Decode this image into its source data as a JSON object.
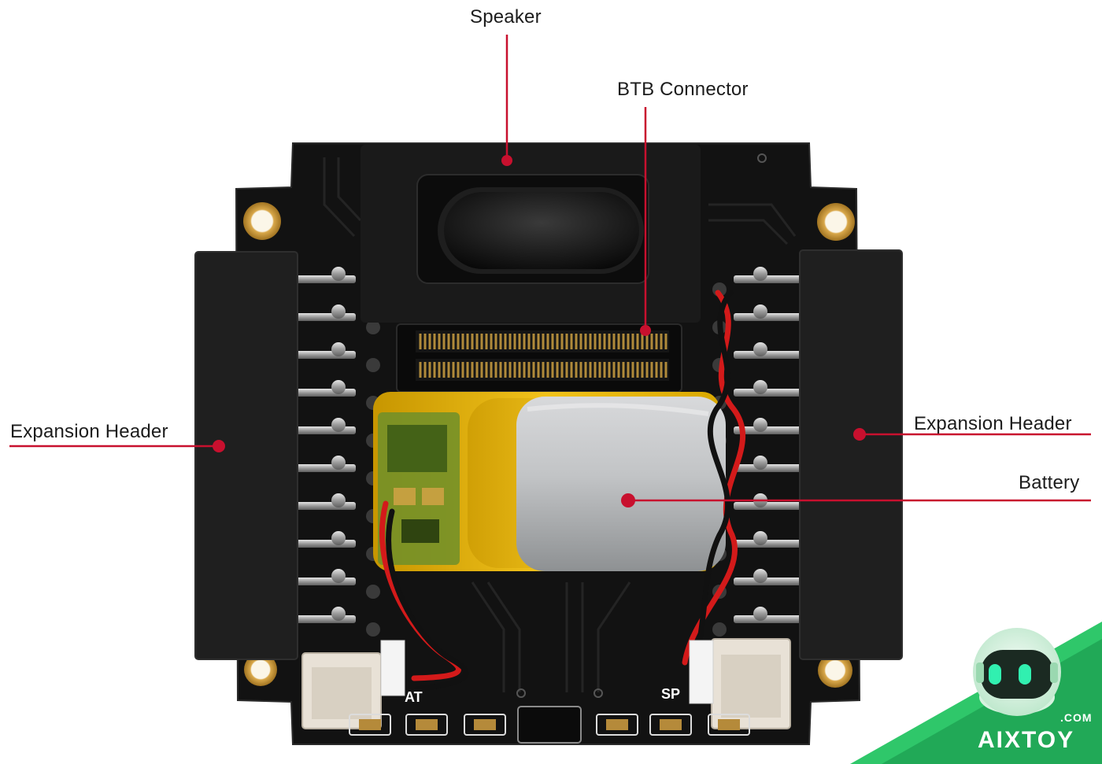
{
  "callouts": {
    "speaker": "Speaker",
    "btb_connector": "BTB Connector",
    "expansion_header_left": "Expansion Header",
    "expansion_header_right": "Expansion Header",
    "battery": "Battery"
  },
  "silkscreen": {
    "battery_port": "AT",
    "speaker_port": "SP"
  },
  "watermark": {
    "name": "AIXTOY",
    "suffix": ".COM"
  },
  "colors": {
    "callout_line": "#c8102e",
    "pcb": "#121212",
    "header_block": "#1e1e1e",
    "battery_wrap": "#e8b400",
    "battery_cell": "#c4c6c8",
    "brand_green": "#2fc76a"
  }
}
